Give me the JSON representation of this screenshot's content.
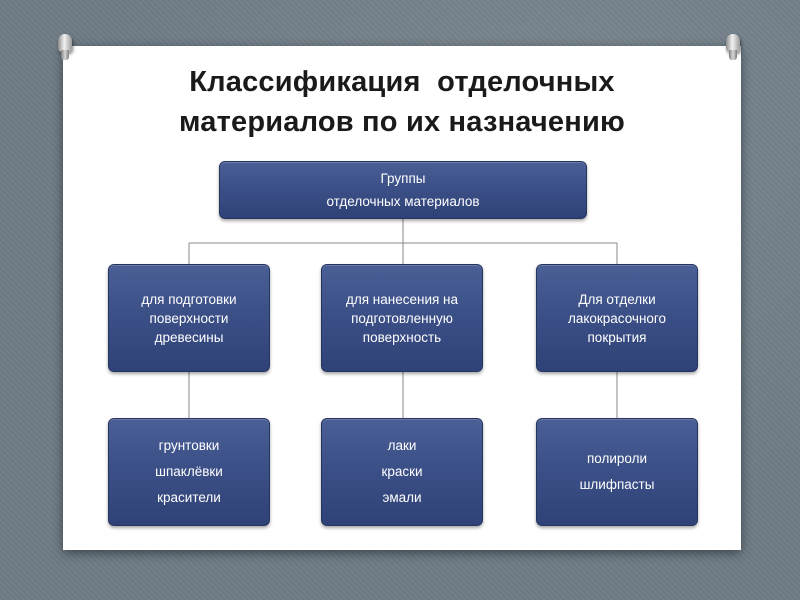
{
  "title": {
    "line1": "Классификация  отделочных",
    "line2": "материалов по их назначению"
  },
  "root": {
    "line1": "Группы",
    "line2": "отделочных материалов"
  },
  "categories": [
    {
      "lines": [
        "для подготовки",
        "поверхности",
        "древесины"
      ],
      "items": [
        "грунтовки",
        "шпаклёвки",
        "красители"
      ]
    },
    {
      "lines": [
        "для нанесения на",
        "подготовленную",
        "поверхность"
      ],
      "items": [
        "лаки",
        "краски",
        "эмали"
      ]
    },
    {
      "lines": [
        "Для отделки",
        "лакокрасочного",
        "покрытия"
      ],
      "items": [
        "полироли",
        "шлифпасты"
      ]
    }
  ],
  "colors": {
    "box": "#3c5088",
    "connector": "#8a8a8a",
    "background": "#6f7c86"
  }
}
